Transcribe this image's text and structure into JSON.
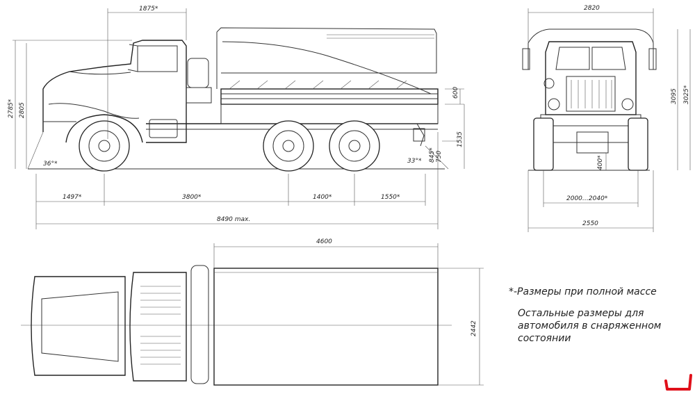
{
  "dimensions": {
    "side_view": {
      "cab_to_axle": "1875*",
      "height_total": "2785*",
      "height_total_empty": "2805",
      "approach_angle": "36°*",
      "departure_angle": "33°*",
      "front_overhang": "1497*",
      "wheelbase": "3800*",
      "rear_axle_spacing": "1400*",
      "rear_overhang": "1550*",
      "overall_length": "8490 max.",
      "side_board_height": "600",
      "platform_height": "1535",
      "hitch_height_loaded": "845*",
      "hitch_height_empty": "750"
    },
    "front_view": {
      "overall_width_top": "2820",
      "height_empty": "3095",
      "height_loaded": "3025*",
      "ground_clearance": "400*",
      "track": "2000…2040*",
      "overall_width": "2550"
    },
    "top_view": {
      "body_length": "4600",
      "body_width": "2442"
    }
  },
  "notes": {
    "line1": "*-Размеры при полной массе",
    "line2": "Остальные размеры для",
    "line3": "автомобиля в снаряженном",
    "line4": "состоянии"
  },
  "colors": {
    "logo": "#e0101a",
    "lines": "#333333"
  }
}
